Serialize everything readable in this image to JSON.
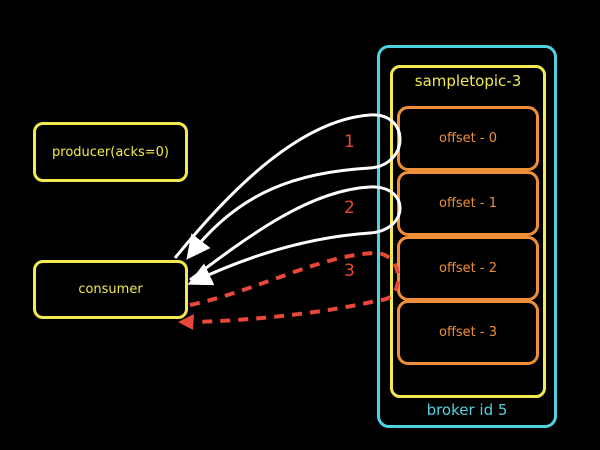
{
  "producer": {
    "label": "producer(acks=0)"
  },
  "consumer": {
    "label": "consumer"
  },
  "broker": {
    "label": "broker id 5"
  },
  "topic": {
    "label": "sampletopic-3",
    "offsets": [
      "offset - 0",
      "offset - 1",
      "offset - 2",
      "offset - 3"
    ]
  },
  "steps": [
    "1",
    "2",
    "3"
  ],
  "colors": {
    "background": "#000000",
    "client_border": "#f2ea4e",
    "broker_border": "#4fd2e0",
    "offset_border": "#ef8f3a",
    "fetch_arrow": "#ffffff",
    "failed_fetch_arrow": "#e8473a",
    "step_label": "#e8473a"
  }
}
